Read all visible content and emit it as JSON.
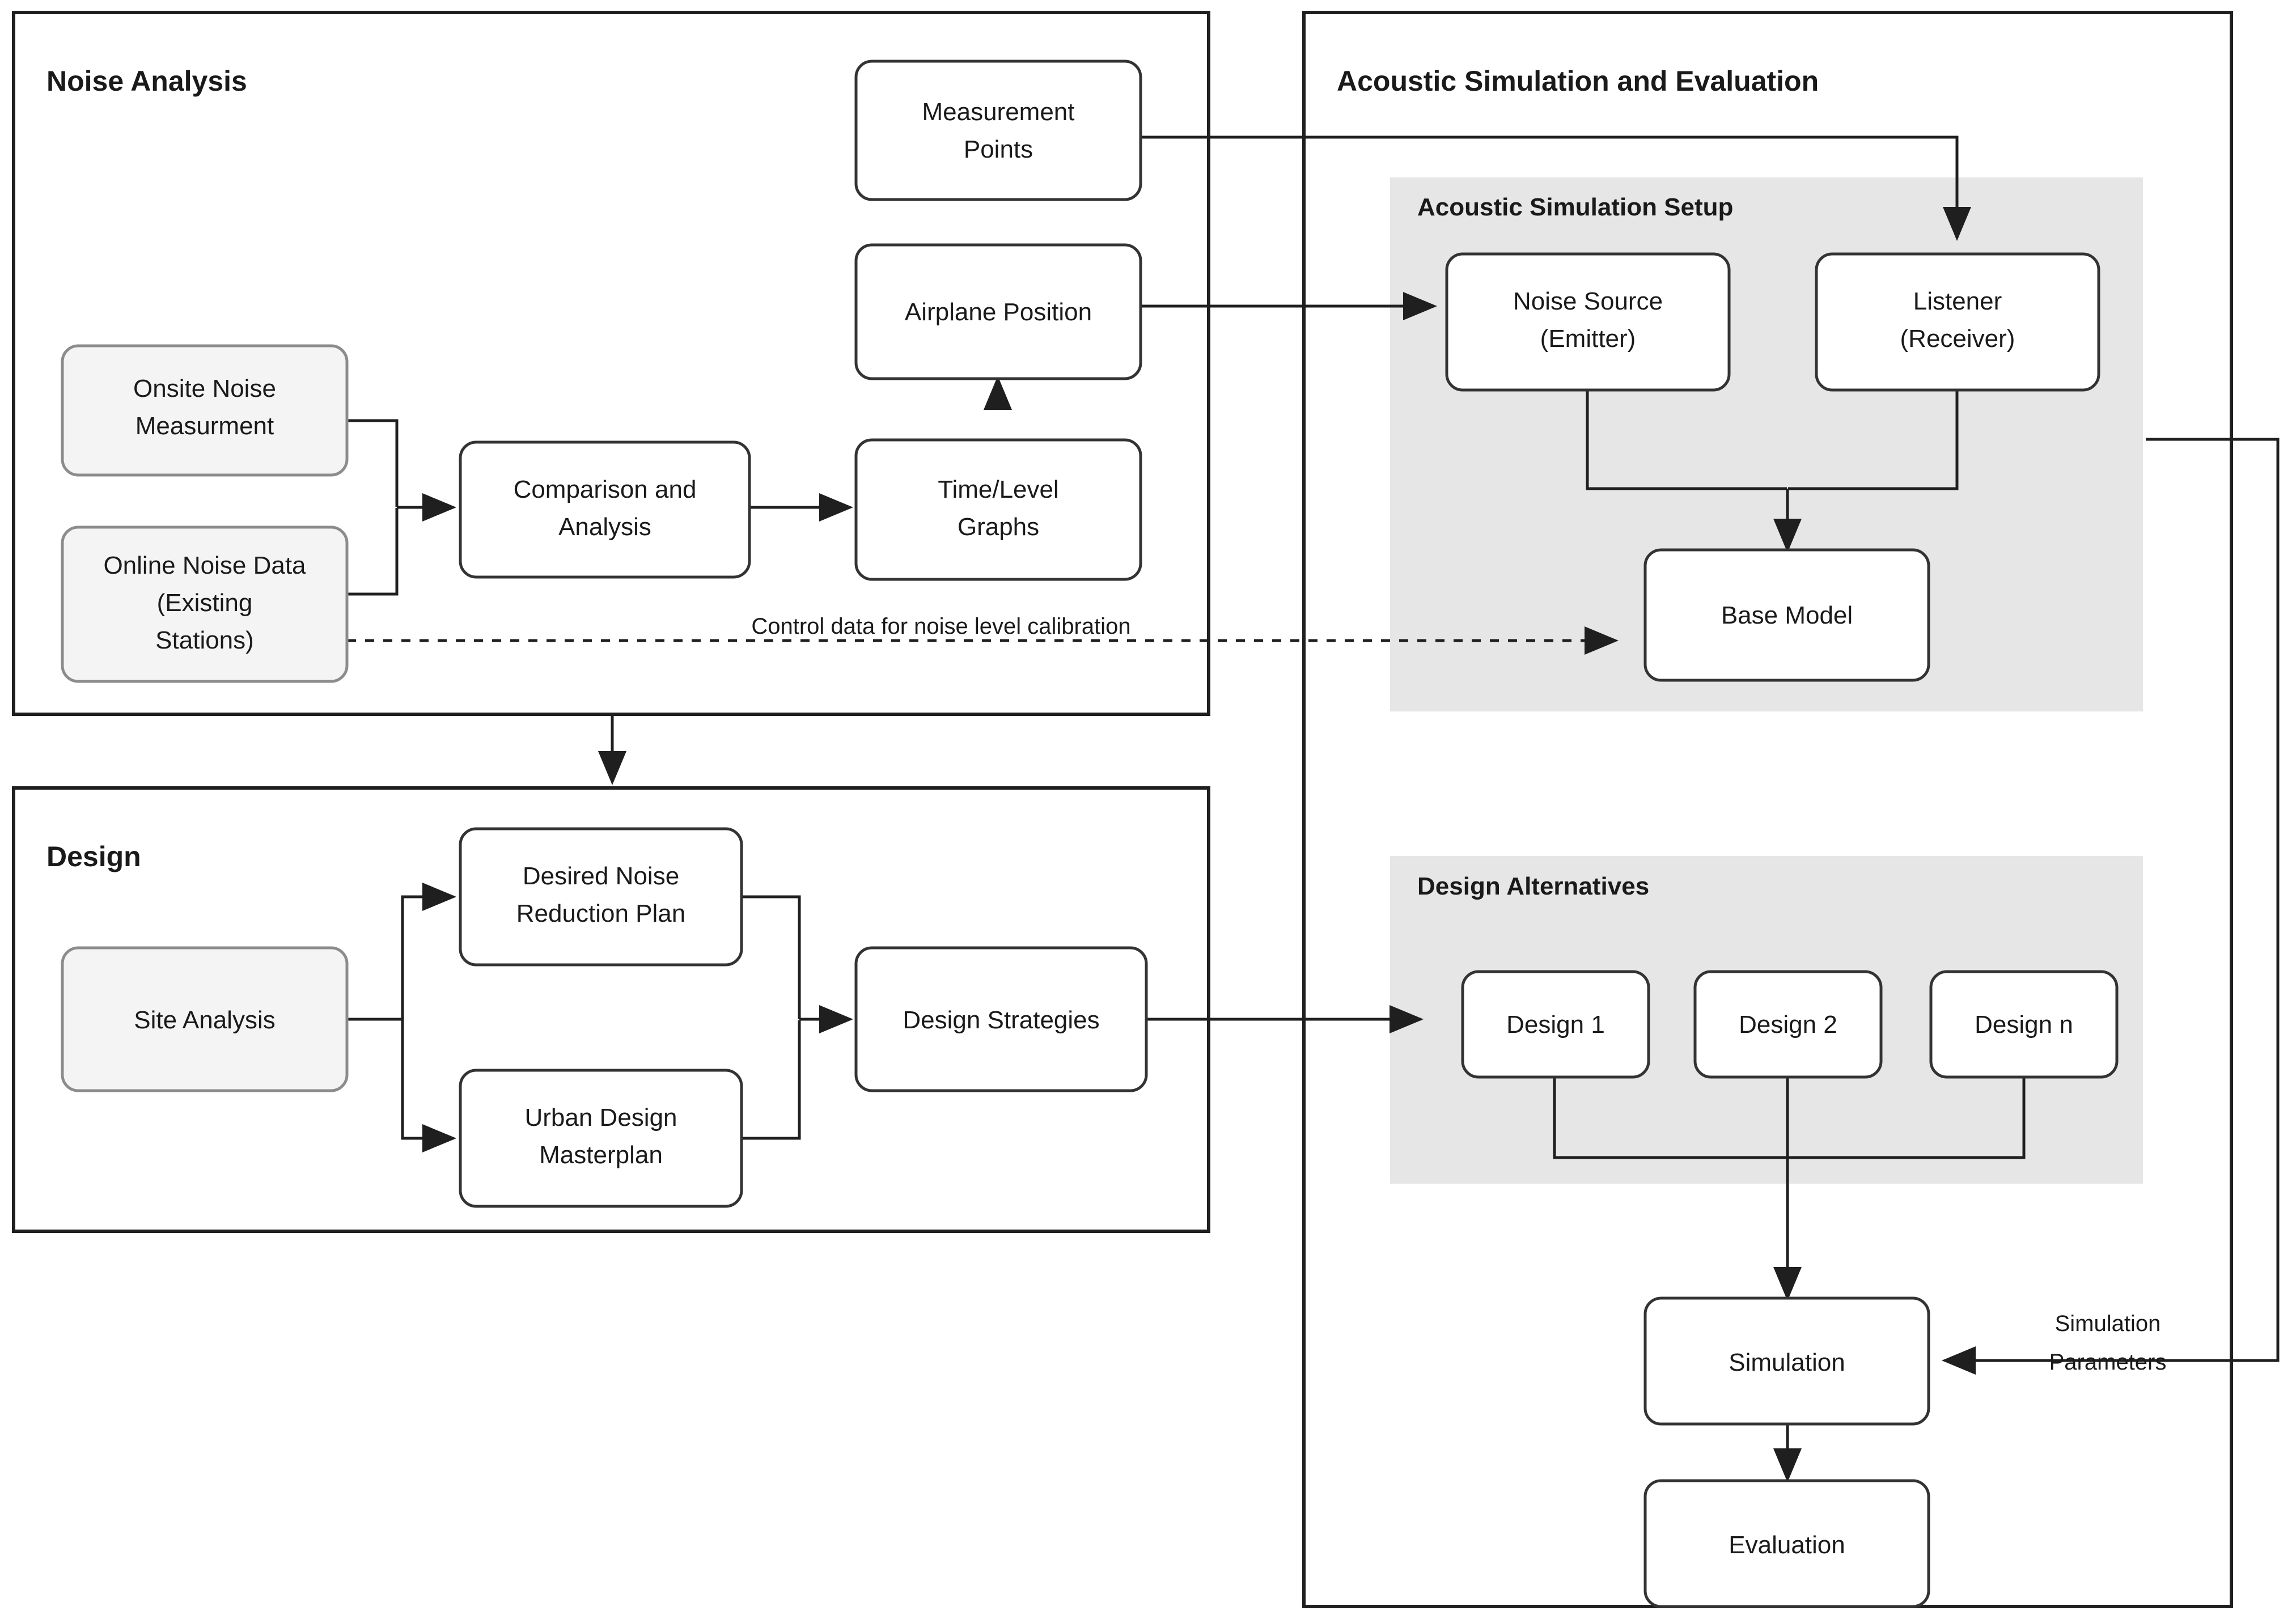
{
  "diagram": {
    "title": "Noise analysis, design and acoustic simulation workflow",
    "colors": {
      "background": "#ffffff",
      "container_stroke": "#1f1f1f",
      "node_stroke": "#333333",
      "group_fill": "#e6e6e6",
      "shaded_node_fill": "#f4f4f4",
      "edge_stroke": "#1f1f1f",
      "text": "#1a1a1a"
    },
    "containers": [
      {
        "id": "noise-analysis",
        "label": "Noise Analysis"
      },
      {
        "id": "design",
        "label": "Design"
      },
      {
        "id": "acoustic",
        "label": "Acoustic Simulation and Evaluation"
      }
    ],
    "groups": [
      {
        "id": "acoustic-setup",
        "label": "Acoustic Simulation Setup"
      },
      {
        "id": "design-alternatives",
        "label": "Design Alternatives"
      }
    ],
    "nodes": {
      "measurement_points": "Measurement\nPoints",
      "measurement_points_l1": "Measurement",
      "measurement_points_l2": "Points",
      "airplane_position": "Airplane Position",
      "onsite_noise_l1": "Onsite Noise",
      "onsite_noise_l2": "Measurment",
      "online_noise_l1": "Online Noise Data",
      "online_noise_l2": "(Existing",
      "online_noise_l3": "Stations)",
      "comparison_l1": "Comparison and",
      "comparison_l2": "Analysis",
      "timelevel_l1": "Time/Level",
      "timelevel_l2": "Graphs",
      "site_analysis": "Site Analysis",
      "desired_noise_l1": "Desired Noise",
      "desired_noise_l2": "Reduction Plan",
      "urban_design_l1": "Urban Design",
      "urban_design_l2": "Masterplan",
      "design_strategies": "Design Strategies",
      "noise_source_l1": "Noise Source",
      "noise_source_l2": "(Emitter)",
      "listener_l1": "Listener",
      "listener_l2": "(Receiver)",
      "base_model": "Base Model",
      "design_1": "Design 1",
      "design_2": "Design 2",
      "design_n": "Design n",
      "simulation": "Simulation",
      "evaluation": "Evaluation"
    },
    "edge_labels": {
      "control_data": "Control data for noise level calibration",
      "sim_params_l1": "Simulation",
      "sim_params_l2": "Parameters"
    }
  }
}
